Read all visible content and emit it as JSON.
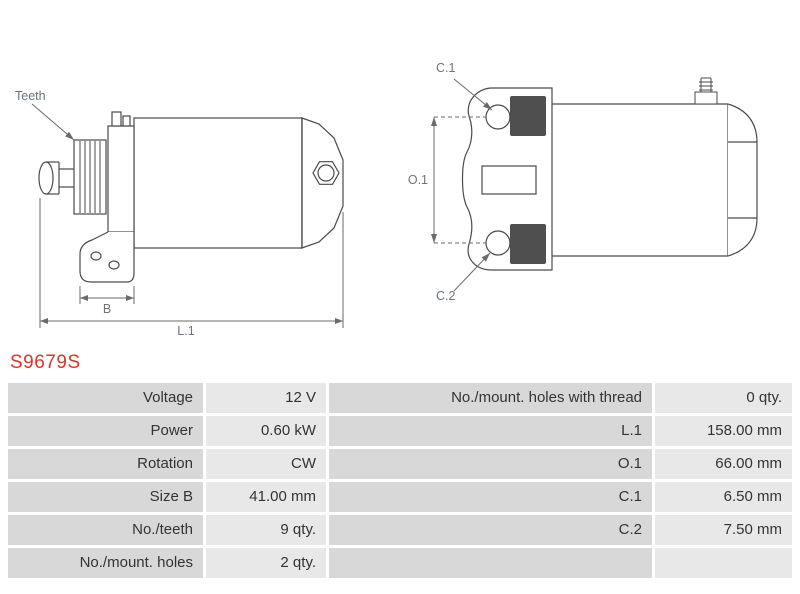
{
  "title": "S9679S",
  "diagram": {
    "labels": {
      "teeth": "Teeth",
      "b": "B",
      "l1": "L.1",
      "c1": "C.1",
      "o1": "O.1",
      "c2": "C.2"
    }
  },
  "table": {
    "rows": [
      {
        "label1": "Voltage",
        "value1": "12 V",
        "label2": "No./mount. holes with thread",
        "value2": "0 qty."
      },
      {
        "label1": "Power",
        "value1": "0.60 kW",
        "label2": "L.1",
        "value2": "158.00 mm"
      },
      {
        "label1": "Rotation",
        "value1": "CW",
        "label2": "O.1",
        "value2": "66.00 mm"
      },
      {
        "label1": "Size B",
        "value1": "41.00 mm",
        "label2": "C.1",
        "value2": "6.50 mm"
      },
      {
        "label1": "No./teeth",
        "value1": "9 qty.",
        "label2": "C.2",
        "value2": "7.50 mm"
      },
      {
        "label1": "No./mount. holes",
        "value1": "2 qty.",
        "label2": "",
        "value2": ""
      }
    ]
  },
  "colors": {
    "accent_red": "#e0322a",
    "cell_label_bg": "#d8d8d8",
    "cell_value_bg": "#e8e8e8",
    "drawing_line": "#4a4a4a",
    "dim_label": "#6b7380"
  }
}
